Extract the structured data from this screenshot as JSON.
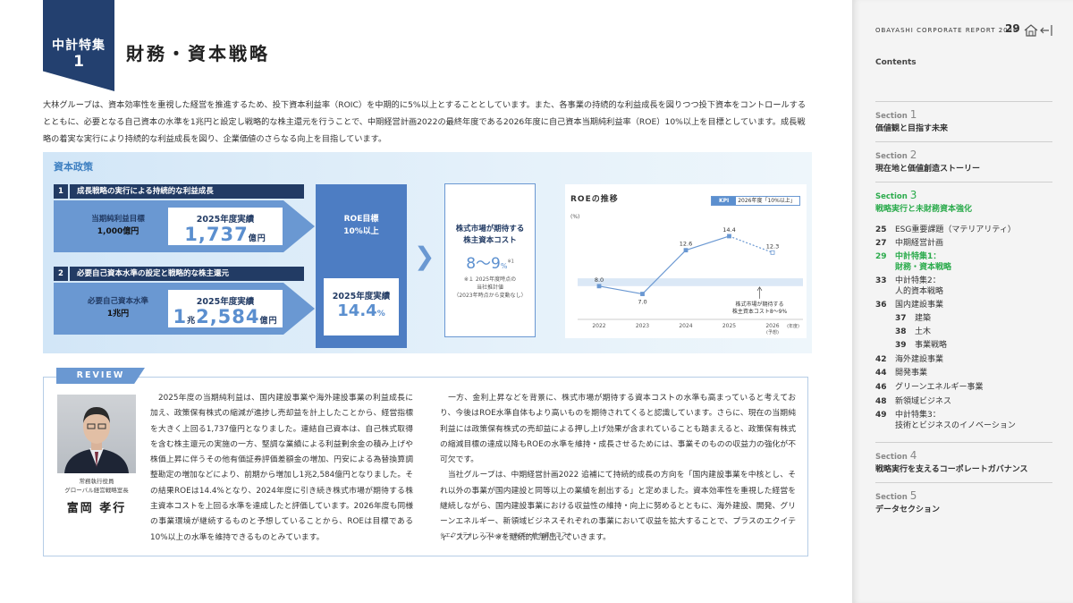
{
  "header": {
    "feature_label": "中計特集",
    "feature_number": "1",
    "title": "財務・資本戦略",
    "intro": "大林グループは、資本効率性を重視した経営を推進するため、投下資本利益率（ROIC）を中期的に5%以上とすることとしています。また、各事業の持続的な利益成長を図りつつ投下資本をコントロールするとともに、必要となる自己資本の水準を1兆円と設定し戦略的な株主還元を行うことで、中期経営計画2022の最終年度である2026年度に自己資本当期純利益率（ROE）10%以上を目標としています。成長戦略の着実な実行により持続的な利益成長を図り、企業価値のさらなる向上を目指しています。"
  },
  "policy": {
    "label": "資本政策",
    "item1": {
      "num": "1",
      "heading": "成長戦略の実行による持続的な利益成長",
      "target_label": "当期純利益目標",
      "target_value": "1,000億円",
      "result_label": "2025年度実績",
      "result_value": "1,737",
      "result_unit": "億円"
    },
    "item2": {
      "num": "2",
      "heading": "必要自己資本水準の設定と戦略的な株主還元",
      "target_label": "必要自己資本水準",
      "target_value": "1兆円",
      "result_label": "2025年度実績",
      "result_prefix": "1",
      "result_prefix_unit": "兆",
      "result_value": "2,584",
      "result_unit": "億円"
    },
    "roe": {
      "goal_label": "ROE目標",
      "goal_value": "10%以上",
      "actual_label": "2025年度実績",
      "actual_value": "14.4",
      "actual_unit": "%"
    },
    "cost": {
      "label_line1": "株式市場が期待する",
      "label_line2": "株主資本コスト",
      "value": "8〜9",
      "unit": "%",
      "note_mark": "※1",
      "note_line1": "※１ 2025年度時点の",
      "note_line2": "当社推計値",
      "note_line3": "（2023年時点から変動なし）"
    },
    "chevron": "❯"
  },
  "chart_data": {
    "type": "line",
    "title": "ROEの推移",
    "kpi_label": "KPI",
    "kpi_text": "2026年度「10%以上」",
    "ylabel": "(%)",
    "x": [
      "2022",
      "2023",
      "2024",
      "2025",
      "2026"
    ],
    "x_sub": [
      "",
      "",
      "",
      "",
      "(予想)"
    ],
    "xunit": "(年度)",
    "values": [
      8.0,
      7.0,
      12.6,
      14.4,
      12.3
    ],
    "value_labels": [
      "8.0",
      "7.0",
      "12.6",
      "14.4",
      "12.3"
    ],
    "forecast_from_index": 3,
    "band": [
      8,
      9
    ],
    "annotation_line1": "株式市場が期待する",
    "annotation_line2": "株主資本コスト8〜9%",
    "ylim": [
      5,
      16
    ],
    "colors": {
      "line": "#6a98d2",
      "band": "#dbe8f6"
    }
  },
  "review": {
    "tab": "REVIEW",
    "role_line1": "常務執行役員",
    "role_line2": "グローバル経営戦略室長",
    "name": "富岡 孝行",
    "col1": "　2025年度の当期純利益は、国内建設事業や海外建設事業の利益成長に加え、政策保有株式の縮減が進捗し売却益を計上したことから、経営指標を大きく上回る1,737億円となりました。連結自己資本は、自己株式取得を含む株主還元の実施の一方、堅調な業績による利益剰余金の積み上げや株価上昇に伴うその他有価証券評価差額金の増加、円安による為替換算調整勘定の増加などにより、前期から増加し1兆2,584億円となりました。その結果ROEは14.4%となり、2024年度に引き続き株式市場が期待する株主資本コストを上回る水準を達成したと評価しています。2026年度も同様の事業環境が継続するものと予想していることから、ROEは目標である10%以上の水準を維持できるものとみています。",
    "col2": "　一方、金利上昇などを背景に、株式市場が期待する資本コストの水準も高まっていると考えており、今後はROE水準自体もより高いものを期待されてくると認識しています。さらに、現在の当期純利益には政策保有株式の売却益による押し上げ効果が含まれていることも踏まえると、政策保有株式の縮減目標の達成以降もROEの水準を維持・成長させるためには、事業そのものの収益力の強化が不可欠です。\n　当社グループは、中期経営計画2022 追補にて持続的成長の方向を「国内建設事業を中核とし、それ以外の事業が国内建設と同等以上の業績を創出する」と定めました。資本効率性を重視した経営を継続しながら、国内建設事業における収益性の維持・向上に努めるとともに、海外建設、開発、グリーンエネルギー、新領域ビジネスそれぞれの事業において収益を拡大することで、プラスのエクイティ・スプレッド※を継続的に創出していきます。",
    "note": "※エクイティ・スプレッド＝ROE－株主資本コスト"
  },
  "sidebar": {
    "report": "OBAYASHI CORPORATE REPORT 2026",
    "page": "29",
    "contents": "Contents",
    "sections": [
      {
        "label": "Section",
        "num": "1",
        "title": "価値観と目指す未来"
      },
      {
        "label": "Section",
        "num": "2",
        "title": "現在地と価値創造ストーリー"
      },
      {
        "label": "Section",
        "num": "3",
        "title": "戦略実行と未財務資本強化"
      },
      {
        "label": "Section",
        "num": "4",
        "title": "戦略実行を支えるコーポレートガバナンス"
      },
      {
        "label": "Section",
        "num": "5",
        "title": "データセクション"
      }
    ],
    "toc": [
      {
        "n": "25",
        "t": "ESG重要課題（マテリアリティ）"
      },
      {
        "n": "27",
        "t": "中期経営計画"
      },
      {
        "n": "29",
        "t": "中計特集1：",
        "t2": "財務・資本戦略"
      },
      {
        "n": "33",
        "t": "中計特集2：",
        "t2": "人的資本戦略"
      },
      {
        "n": "36",
        "t": "国内建設事業"
      },
      {
        "n": "37",
        "t": "建築"
      },
      {
        "n": "38",
        "t": "土木"
      },
      {
        "n": "39",
        "t": "事業戦略"
      },
      {
        "n": "42",
        "t": "海外建設事業"
      },
      {
        "n": "44",
        "t": "開発事業"
      },
      {
        "n": "46",
        "t": "グリーンエネルギー事業"
      },
      {
        "n": "48",
        "t": "新領域ビジネス"
      },
      {
        "n": "49",
        "t": "中計特集3：",
        "t2": "技術とビジネスのイノベーション"
      }
    ]
  }
}
